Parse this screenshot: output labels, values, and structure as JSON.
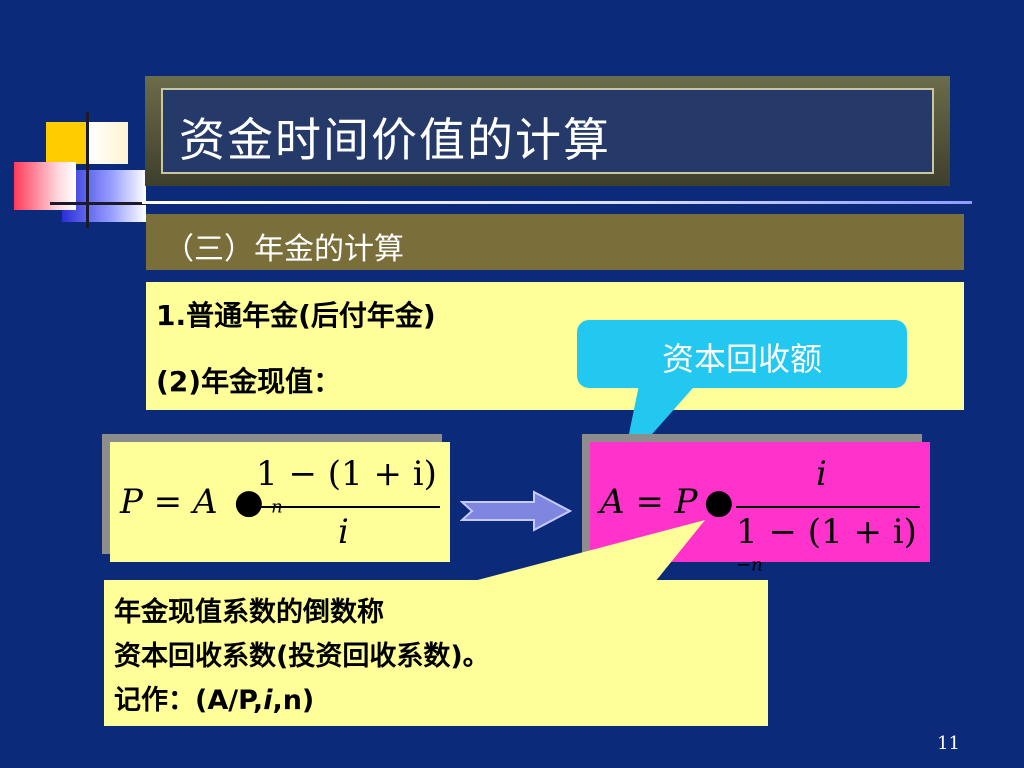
{
  "slide": {
    "title": "资金时间价值的计算",
    "section": "（三）年金的计算",
    "content_line1": "1.普通年金(后付年金)",
    "content_line2": "(2)年金现值：",
    "callout": "资本回收额",
    "formula_left": {
      "lhs": "P = A",
      "dot": "●",
      "numerator": "1 − (1 + i)",
      "numerator_exp": "−n",
      "denominator": "i"
    },
    "formula_right": {
      "lhs": "A = P",
      "dot": "●",
      "numerator": "i",
      "denominator": "1 − (1 + i)",
      "denominator_exp": "−n"
    },
    "note_line1": "年金现值系数的倒数称",
    "note_line2": "资本回收系数(投资回收系数)。",
    "note_line3_prefix": "记作：(A/P,",
    "note_line3_var": "i",
    "note_line3_suffix": ",n)",
    "page_number": "11"
  },
  "colors": {
    "background": "#0b2a7a",
    "content_box": "#ffff99",
    "section_bar": "#7a6f3a",
    "callout": "#22c8f0",
    "right_formula_box": "#ff33cc"
  }
}
